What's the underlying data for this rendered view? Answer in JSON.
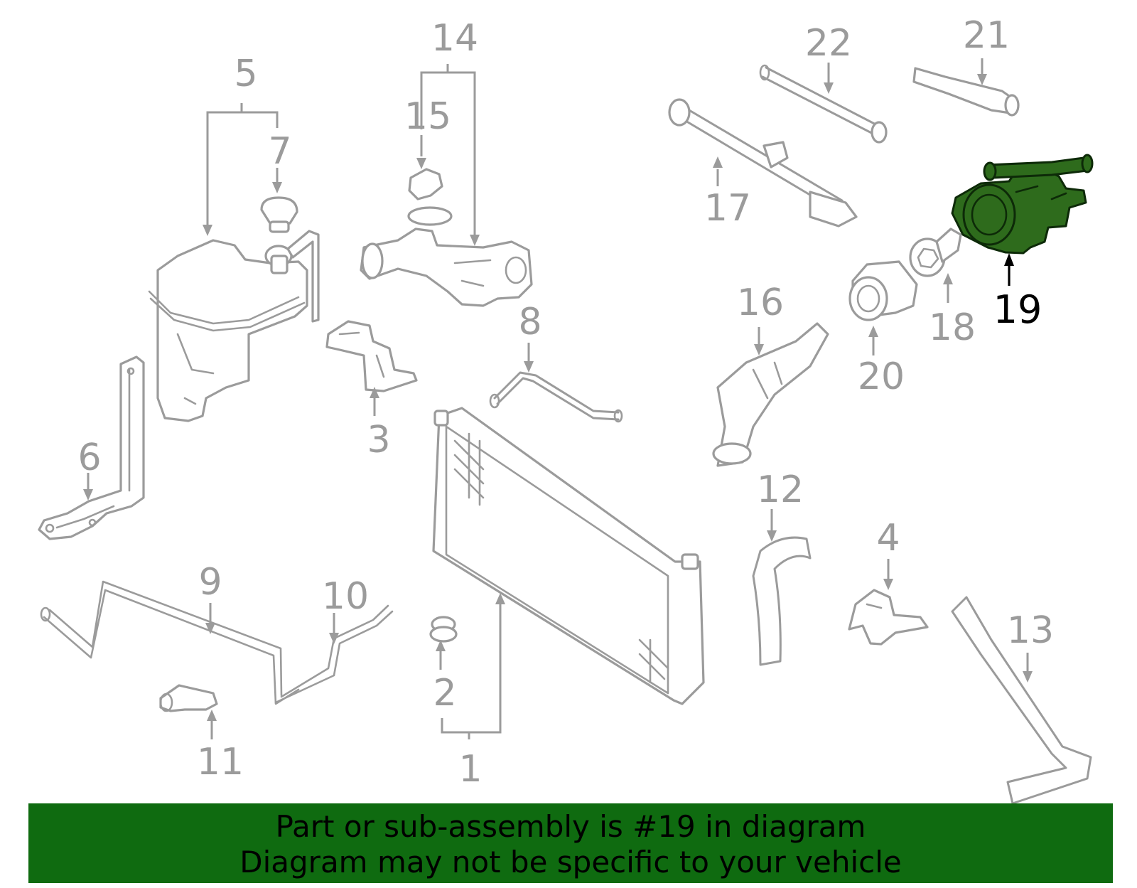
{
  "colors": {
    "line_gray": "#9b9b9b",
    "highlight_part": "#2e6b1c",
    "banner_background": "#0f6b10",
    "banner_text": "#000000"
  },
  "callouts": {
    "n1": "1",
    "n2": "2",
    "n3": "3",
    "n4": "4",
    "n5": "5",
    "n6": "6",
    "n7": "7",
    "n8": "8",
    "n9": "9",
    "n10": "10",
    "n11": "11",
    "n12": "12",
    "n13": "13",
    "n14": "14",
    "n15": "15",
    "n16": "16",
    "n17": "17",
    "n18": "18",
    "n19": "19",
    "n20": "20",
    "n21": "21",
    "n22": "22"
  },
  "highlighted_callout": "19",
  "banner": {
    "line1": "Part or sub-assembly is #19 in diagram",
    "line2": "Diagram may not be specific to your vehicle"
  }
}
